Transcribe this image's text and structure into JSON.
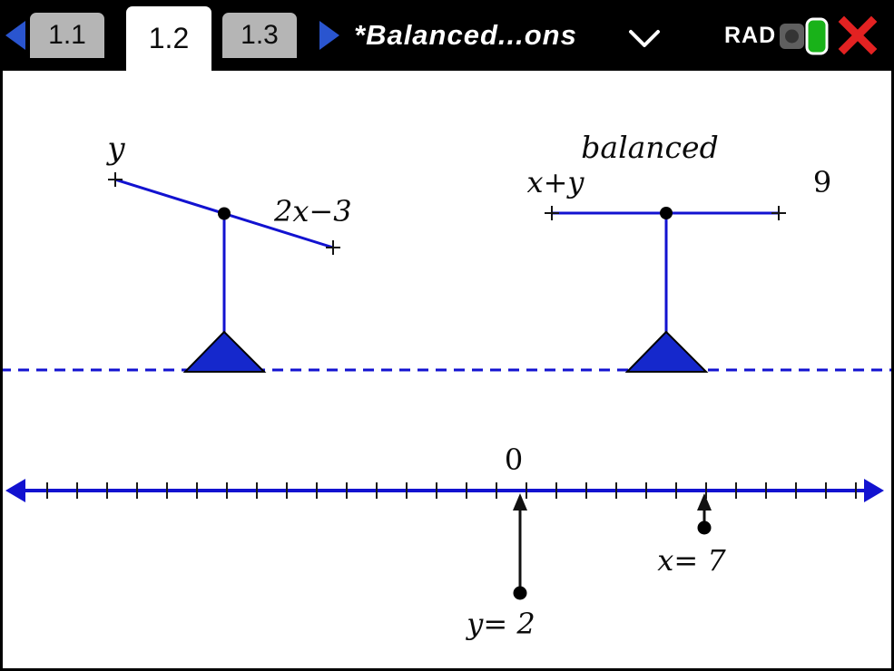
{
  "top_bar": {
    "tabs": [
      {
        "label": "1.1",
        "active": false
      },
      {
        "label": "1.2",
        "active": true
      },
      {
        "label": "1.3",
        "active": false
      }
    ],
    "doc_title": "*Balanced...ons",
    "angle_mode": "RAD"
  },
  "scene": {
    "left_scale": {
      "left_label": "y",
      "right_label": "2x−3"
    },
    "right_scale": {
      "caption": "balanced",
      "left_label": "x+y",
      "right_label": "9"
    },
    "number_line": {
      "zero_label": "0"
    },
    "points": [
      {
        "label": "y= 2"
      },
      {
        "label": "x= 7"
      }
    ]
  },
  "colors": {
    "line_blue": "#1212d0",
    "fulcrum_blue": "#1528cc",
    "nav_arrow_blue": "#2a55cf",
    "close_red": "#e32222",
    "battery_green": "#19b219"
  }
}
